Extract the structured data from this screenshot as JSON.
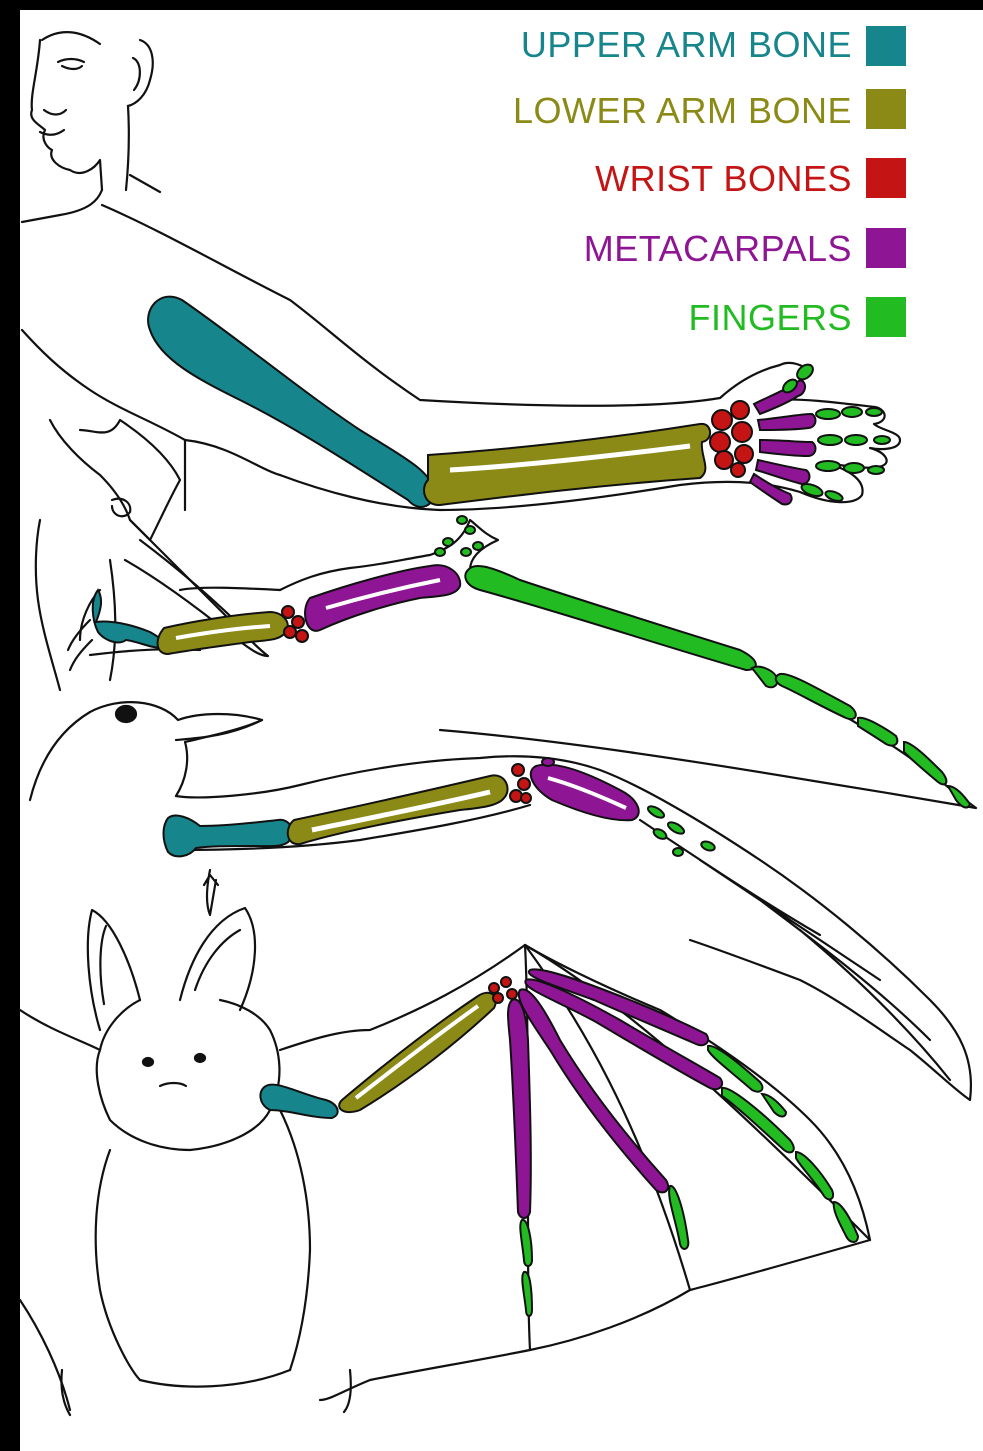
{
  "legend": {
    "items": [
      {
        "label": "UPPER ARM BONE",
        "color": "#17868C"
      },
      {
        "label": "LOWER ARM BONE",
        "color": "#8C8A16"
      },
      {
        "label": "WRIST BONES",
        "color": "#C51414"
      },
      {
        "label": "METACARPALS",
        "color": "#8E1694"
      },
      {
        "label": "FINGERS",
        "color": "#22BC22"
      }
    ]
  },
  "subjects": [
    {
      "icon": "human-arm-icon"
    },
    {
      "icon": "pterosaur-wing-icon"
    },
    {
      "icon": "bird-wing-icon"
    },
    {
      "icon": "bat-wing-icon"
    }
  ],
  "outline_color": "#111111",
  "background": "#000000",
  "panel": "#FFFFFF"
}
